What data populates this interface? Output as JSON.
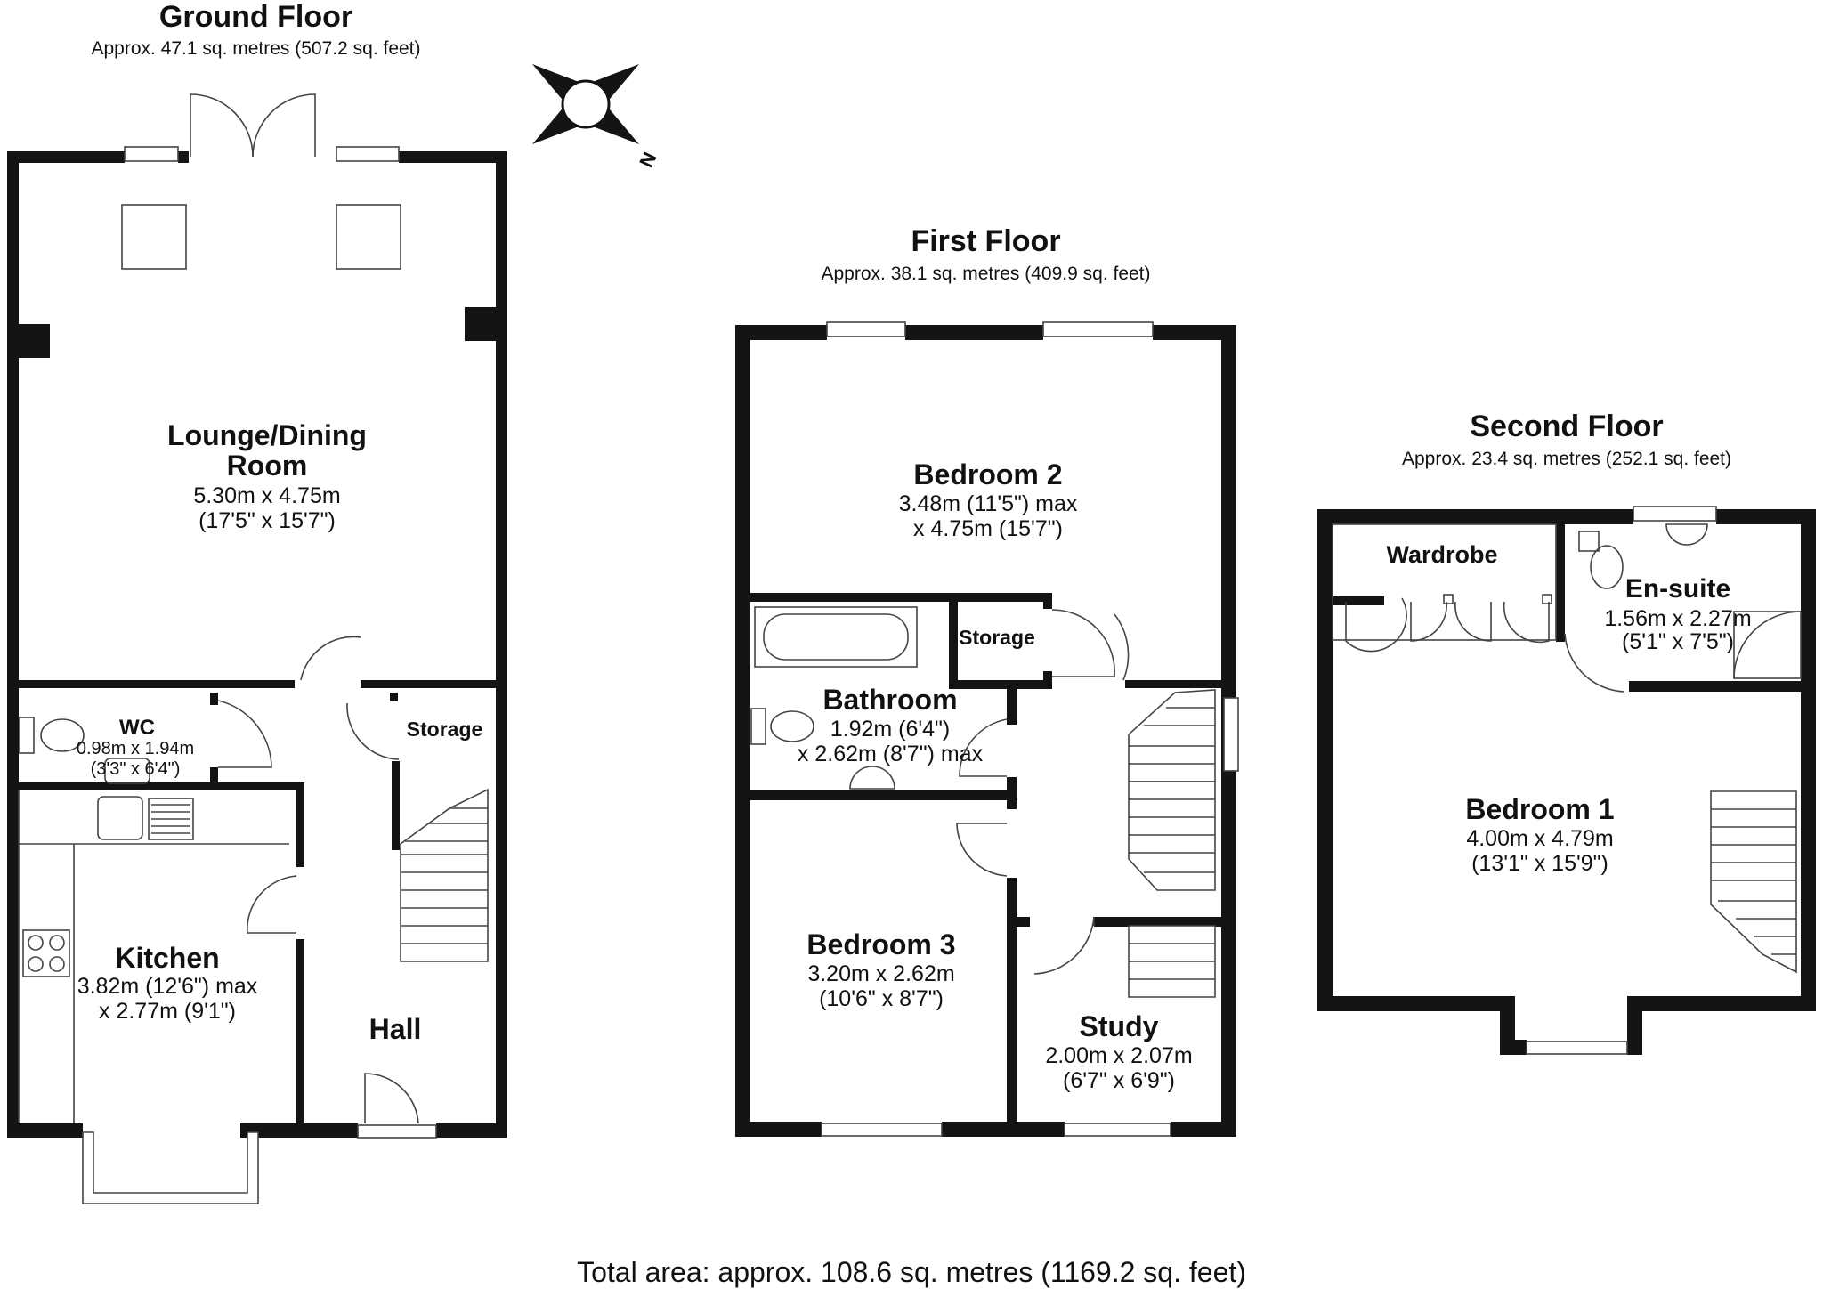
{
  "floors": {
    "ground": {
      "title": "Ground Floor",
      "area": "Approx. 47.1 sq. metres (507.2 sq. feet)",
      "rooms": {
        "lounge": {
          "name": "Lounge/Dining Room",
          "name_line1": "Lounge/Dining",
          "name_line2": "Room",
          "dim1": "5.30m x 4.75m",
          "dim2": "(17'5\" x 15'7\")"
        },
        "wc": {
          "name": "WC",
          "dim1": "0.98m x 1.94m",
          "dim2": "(3'3\" x 6'4\")"
        },
        "storage": {
          "name": "Storage"
        },
        "kitchen": {
          "name": "Kitchen",
          "dim1": "3.82m (12'6\") max",
          "dim2": "x 2.77m (9'1\")"
        },
        "hall": {
          "name": "Hall"
        }
      }
    },
    "first": {
      "title": "First Floor",
      "area": "Approx. 38.1 sq. metres (409.9 sq. feet)",
      "rooms": {
        "bedroom2": {
          "name": "Bedroom 2",
          "dim1": "3.48m (11'5\") max",
          "dim2": "x 4.75m (15'7\")"
        },
        "storage": {
          "name": "Storage"
        },
        "bathroom": {
          "name": "Bathroom",
          "dim1": "1.92m (6'4\")",
          "dim2": "x 2.62m (8'7\") max"
        },
        "bedroom3": {
          "name": "Bedroom 3",
          "dim1": "3.20m x 2.62m",
          "dim2": "(10'6\" x 8'7\")"
        },
        "study": {
          "name": "Study",
          "dim1": "2.00m x 2.07m",
          "dim2": "(6'7\" x 6'9\")"
        }
      }
    },
    "second": {
      "title": "Second Floor",
      "area": "Approx. 23.4 sq. metres (252.1 sq. feet)",
      "rooms": {
        "wardrobe": {
          "name": "Wardrobe"
        },
        "ensuite": {
          "name": "En-suite",
          "dim1": "1.56m x 2.27m",
          "dim2": "(5'1\" x 7'5\")"
        },
        "bedroom1": {
          "name": "Bedroom 1",
          "dim1": "4.00m x 4.79m",
          "dim2": "(13'1\" x 15'9\")"
        }
      }
    }
  },
  "compass": {
    "label": "N"
  },
  "total_area": "Total area: approx. 108.6 sq. metres (1169.2 sq. feet)",
  "colors": {
    "wall": "#141414",
    "line": "#444444",
    "background": "#ffffff"
  }
}
